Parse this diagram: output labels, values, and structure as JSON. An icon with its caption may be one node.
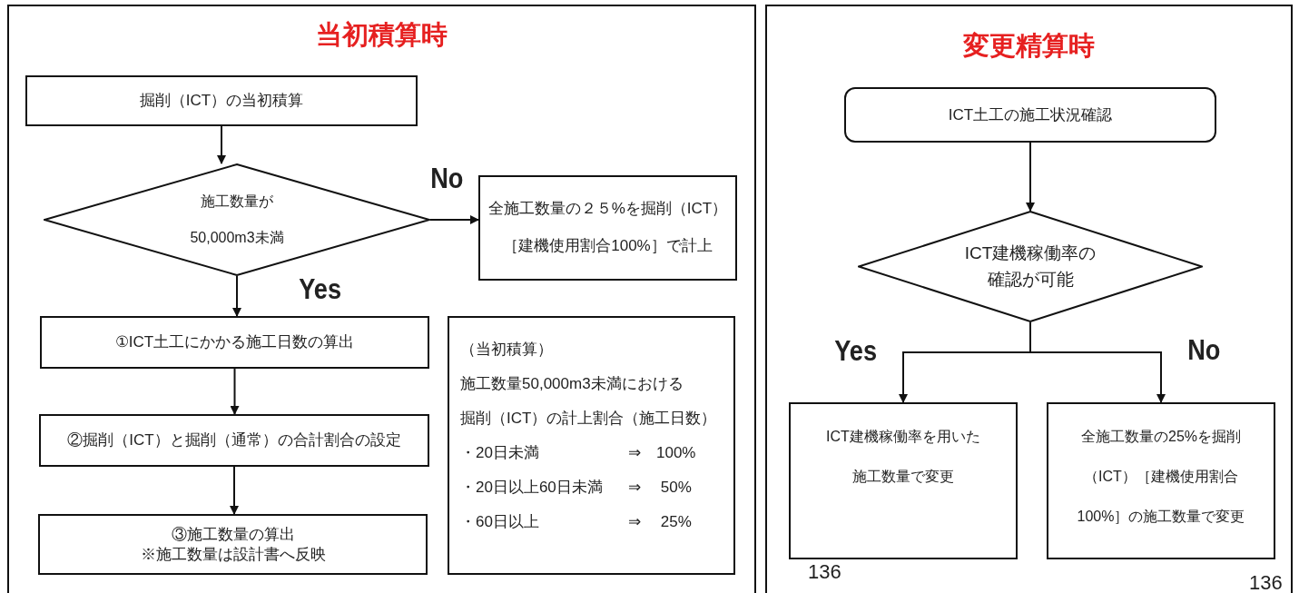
{
  "diagram": {
    "nodes": [
      {
        "text": [
          "当初積算時"
        ]
      },
      {
        "text": [
          "掘削（ICT）の当初積算"
        ],
        "in": 0
      },
      {
        "text": [
          "施工数量が",
          "50,000m3未満"
        ],
        "in": 0
      },
      {
        "text": [
          "全施工数量の２５%を掘削（ICT）［建機使用割合100%］で計上"
        ],
        "in": 0
      },
      {
        "text": [
          "①ICT土工にかかる施工日数の算出"
        ],
        "in": 0
      },
      {
        "text": [
          "②掘削（ICT）と掘削（通常）の合計割合の設定"
        ],
        "in": 0
      },
      {
        "text": [
          "③施工数量の算出",
          "※施工数量は設計書へ反映"
        ],
        "in": 0
      },
      {
        "text": [
          "（当初積算）",
          "施工数量50,000m3未満における",
          "掘削（ICT）の計上割合（施工日数）",
          "・20日未満",
          "⇒　100%",
          "・20日以上60日未満",
          "⇒　 50%",
          "・60日以上",
          "⇒　 25%"
        ],
        "in": 0
      },
      {
        "text": [
          "変更精算時"
        ]
      },
      {
        "text": [
          "ICT土工の施工状況確認"
        ],
        "in": 8
      },
      {
        "text": [
          "ICT建機稼働率の確認が可能"
        ],
        "in": 8
      },
      {
        "text": [
          "ICT建機稼働率を用いた施工数量で変更"
        ],
        "in": 8
      },
      {
        "text": [
          "全施工数量の25%を掘削（ICT）［建機使用割合100%］の施工数量で変更"
        ],
        "in": 8
      }
    ],
    "edges": [
      {
        "from": 1,
        "to": 2,
        "arrow": "to"
      },
      {
        "from": 2,
        "to": 3,
        "arrow": "to",
        "label": "No"
      },
      {
        "from": 2,
        "to": 4,
        "arrow": "to",
        "label": "Yes"
      },
      {
        "from": 4,
        "to": 5,
        "arrow": "to"
      },
      {
        "from": 5,
        "to": 6,
        "arrow": "to"
      },
      {
        "from": 9,
        "to": 10,
        "arrow": "to"
      },
      {
        "from": 10,
        "to": 11,
        "arrow": "to",
        "label": "Yes"
      },
      {
        "from": 10,
        "to": 12,
        "arrow": "to",
        "label": "No"
      }
    ],
    "labels": [
      "136",
      "136"
    ]
  }
}
